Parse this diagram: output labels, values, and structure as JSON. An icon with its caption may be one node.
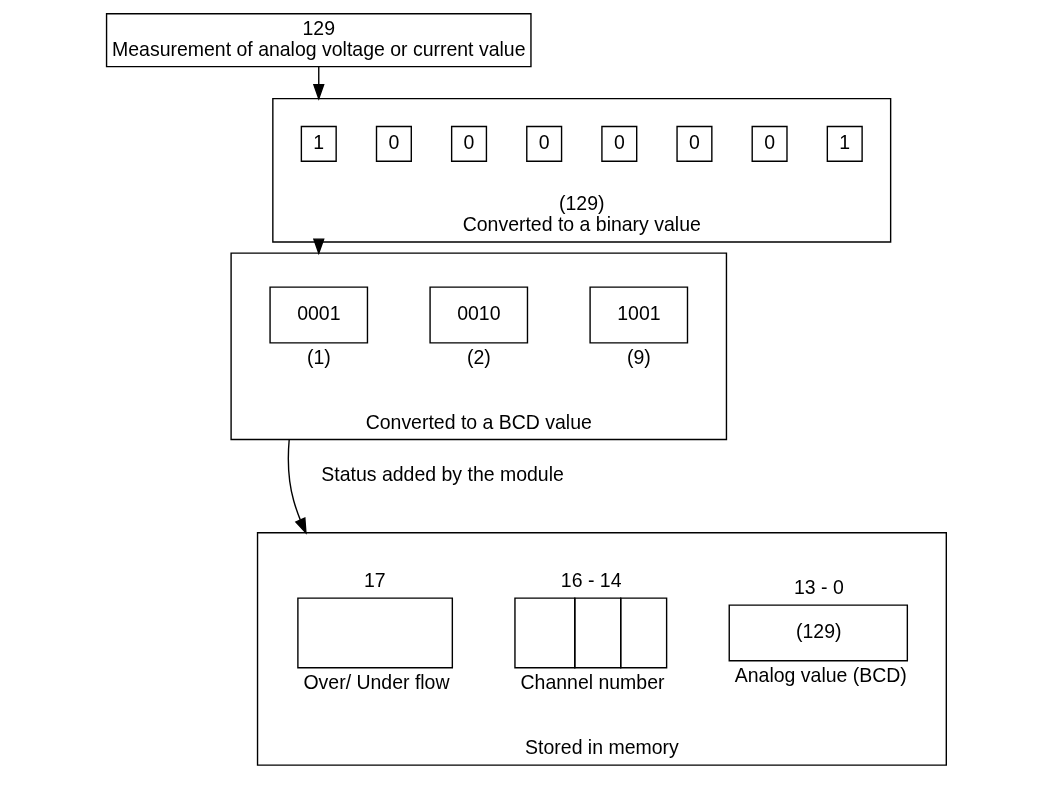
{
  "diagram": {
    "nodes": [
      {
        "text": [
          "129",
          "Measurement of analog voltage or current value"
        ]
      },
      {
        "text": [
          "(129)",
          "Converted to a binary value"
        ]
      },
      {
        "text": [
          "1"
        ],
        "in": 1
      },
      {
        "text": [
          "0"
        ],
        "in": 1
      },
      {
        "text": [
          "0"
        ],
        "in": 1
      },
      {
        "text": [
          "0"
        ],
        "in": 1
      },
      {
        "text": [
          "0"
        ],
        "in": 1
      },
      {
        "text": [
          "0"
        ],
        "in": 1
      },
      {
        "text": [
          "0"
        ],
        "in": 1
      },
      {
        "text": [
          "1"
        ],
        "in": 1
      },
      {
        "text": [
          "Converted to a BCD value"
        ]
      },
      {
        "text": [
          "0001"
        ],
        "in": 10,
        "beside": [
          "(1)"
        ]
      },
      {
        "text": [
          "0010"
        ],
        "in": 10,
        "beside": [
          "(2)"
        ]
      },
      {
        "text": [
          "1001"
        ],
        "in": 10,
        "beside": [
          "(9)"
        ]
      },
      {
        "text": [
          "Stored in memory"
        ]
      },
      {
        "text": [],
        "shape": "box",
        "in": 14,
        "beside": [
          "17",
          "Over/ Under flow"
        ]
      },
      {
        "text": [],
        "shape": "box",
        "in": 14,
        "beside": [
          "16 - 14",
          "Channel number"
        ]
      },
      {
        "text": [
          "(129)"
        ],
        "in": 14,
        "beside": [
          "13 - 0",
          "Analog value (BCD)"
        ]
      }
    ],
    "edges": [
      {
        "from": 0,
        "to": 1,
        "arrow": "to"
      },
      {
        "from": 1,
        "to": 10,
        "arrow": "to"
      },
      {
        "from": 10,
        "to": 14,
        "arrow": "to"
      }
    ],
    "labels": [
      "Status added by the module"
    ]
  }
}
